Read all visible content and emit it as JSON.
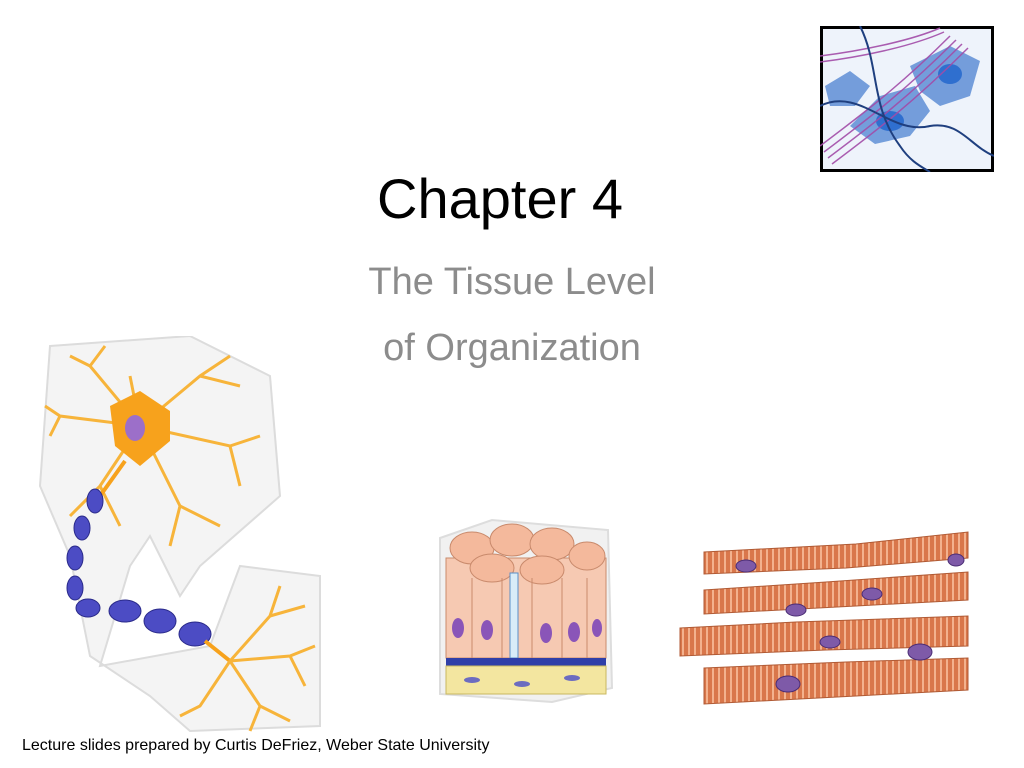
{
  "slide": {
    "title": "Chapter 4",
    "subtitle_line1": "The Tissue Level",
    "subtitle_line2": "of Organization",
    "footer": "Lecture slides prepared by Curtis DeFriez, Weber State University"
  },
  "images": {
    "top_right": "connective-tissue-illustration",
    "neuron": "neuron-illustration",
    "epithelium": "epithelial-tissue-illustration",
    "muscle": "cardiac-muscle-illustration"
  },
  "colors": {
    "title": "#000000",
    "subtitle": "#8c8c8c",
    "neuron_body": "#f7a21c",
    "myelin": "#4c4cc4",
    "muscle": "#d9774b"
  }
}
